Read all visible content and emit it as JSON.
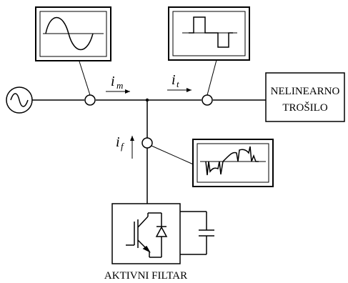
{
  "labels": {
    "load_line1": "NELINEARNO",
    "load_line2": "TROŠILO",
    "filter": "AKTIVNI FILTAR"
  },
  "currents": {
    "mains": {
      "symbol": "i",
      "subscript": "m"
    },
    "load": {
      "symbol": "i",
      "subscript": "t"
    },
    "filter": {
      "symbol": "i",
      "subscript": "f"
    }
  },
  "icons": {
    "source": "ac-source-icon",
    "switch": "igbt-icon",
    "diode": "diode-icon",
    "capacitor": "capacitor-icon"
  }
}
